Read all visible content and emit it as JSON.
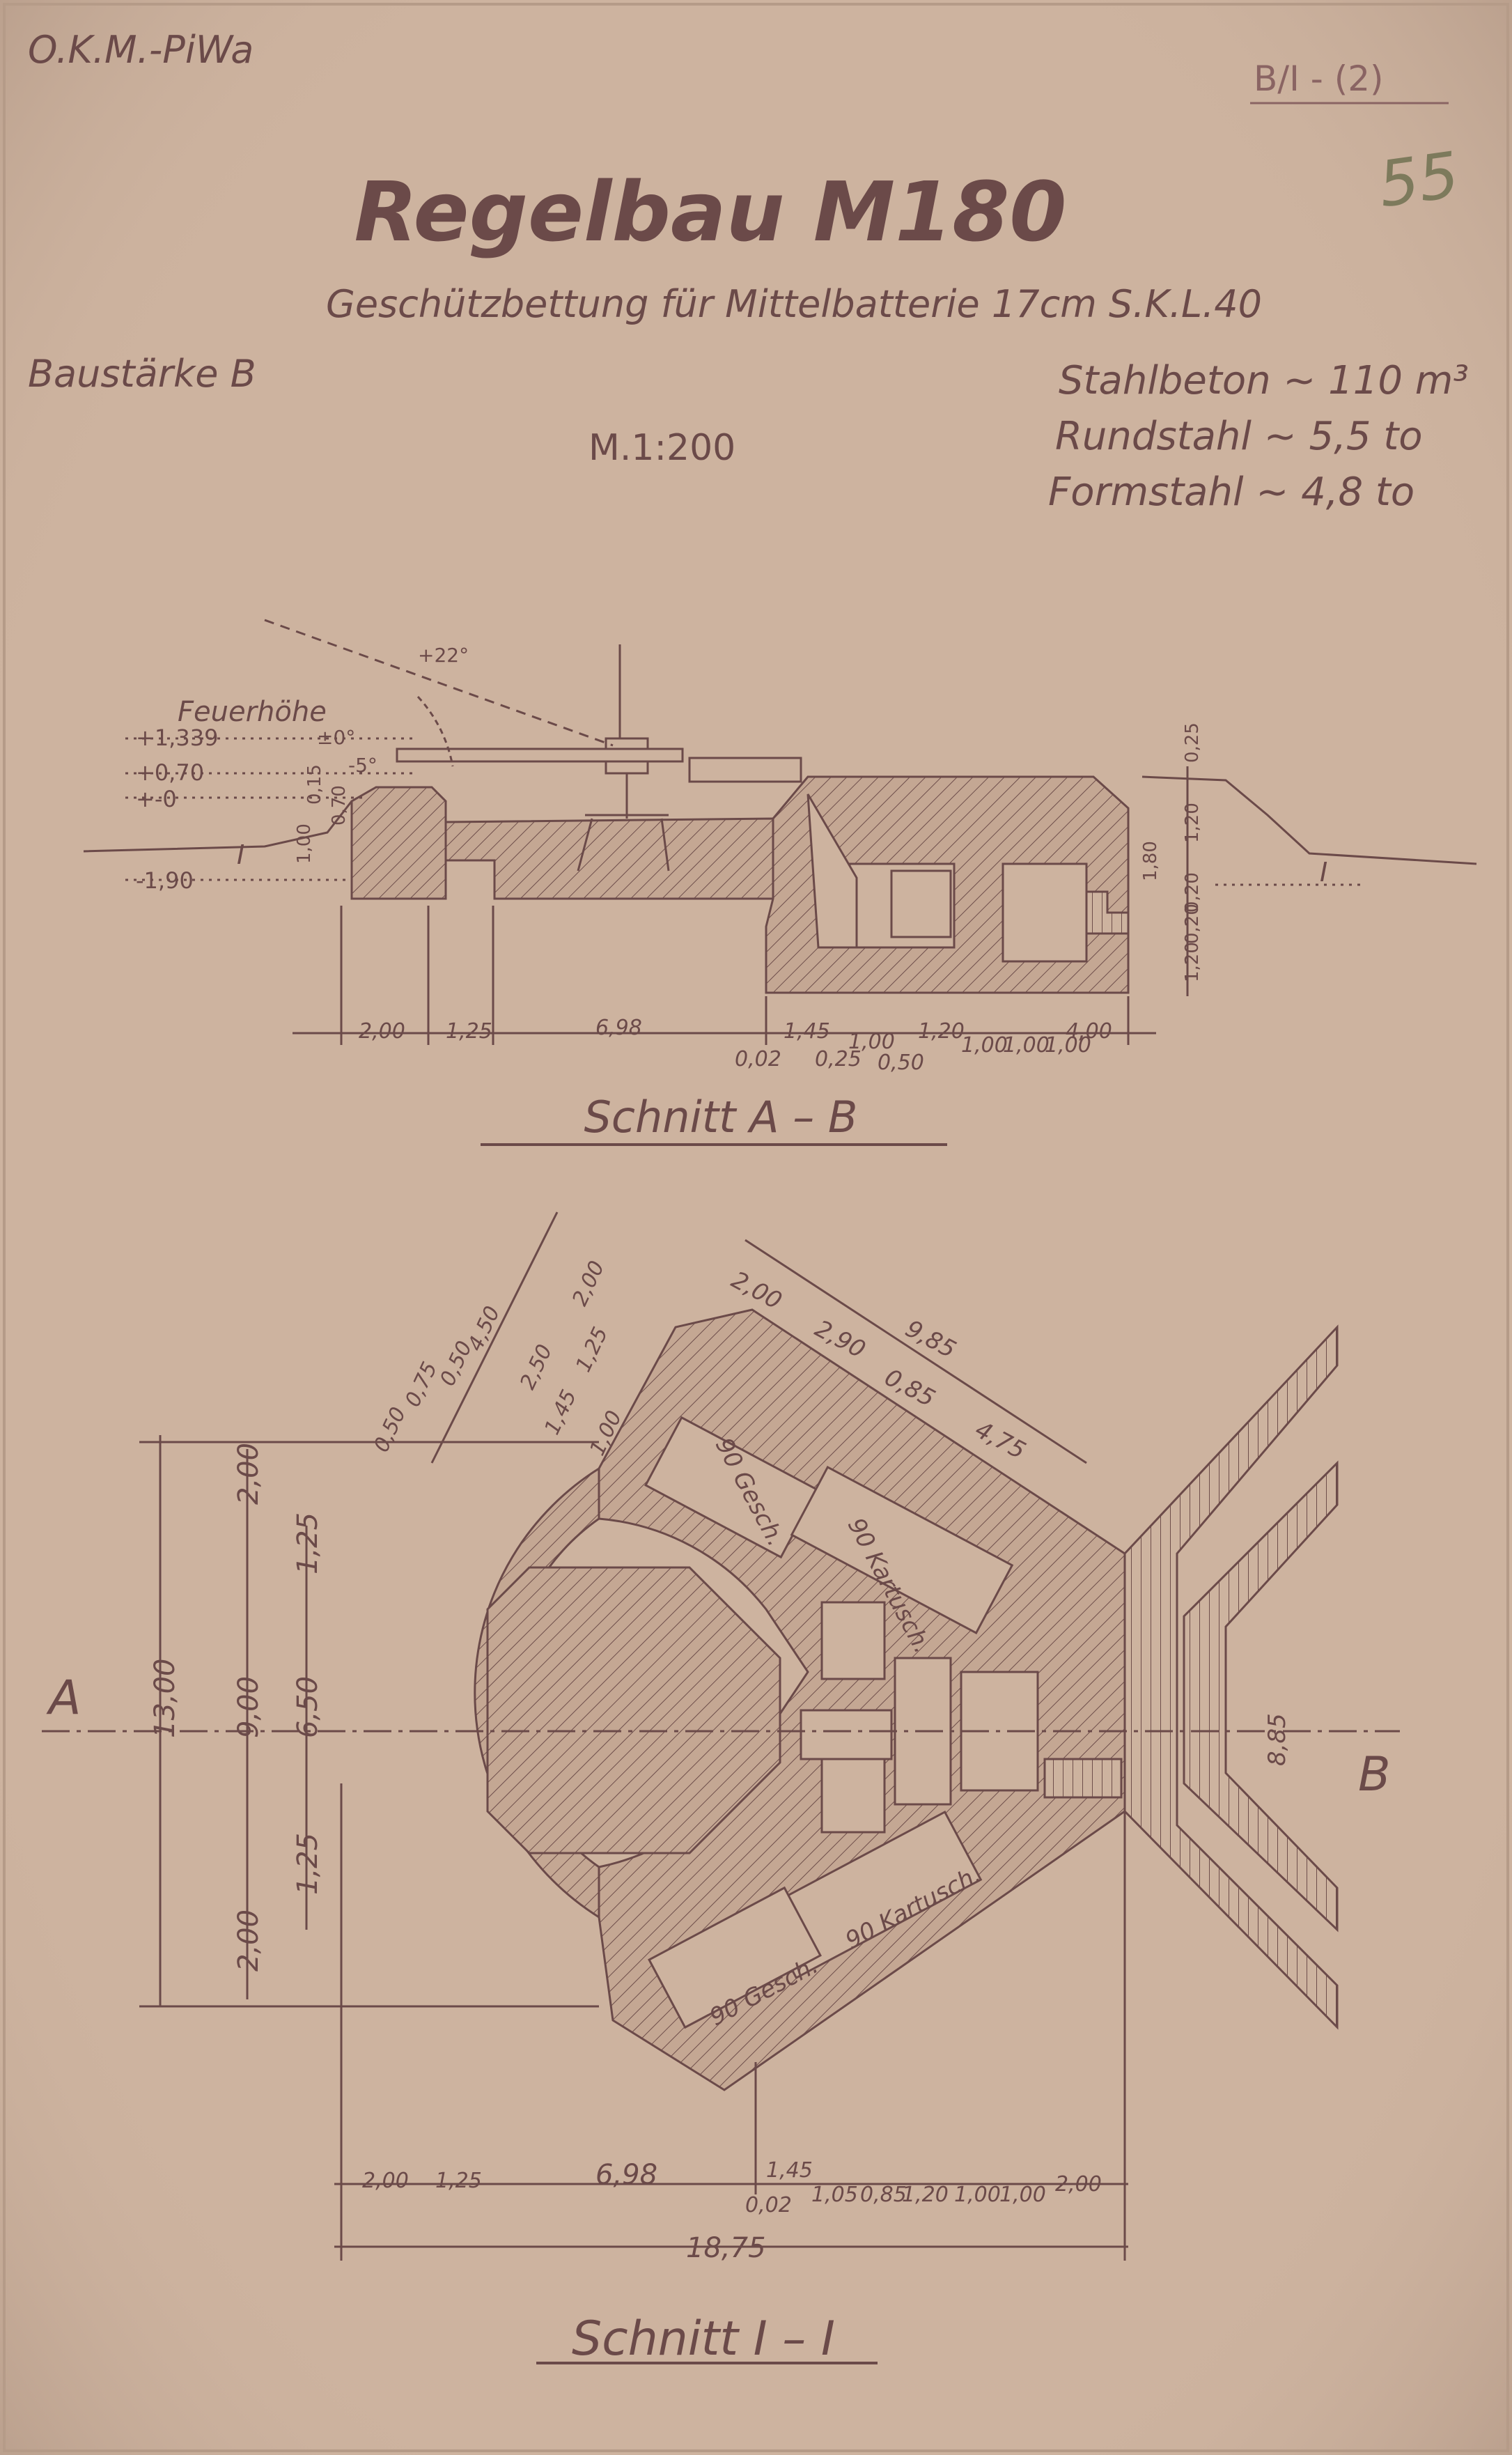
{
  "header": {
    "office": "O.K.M.-PiWa",
    "sheet_ref": "B/I - (2)",
    "page_number": "55",
    "title": "Regelbau M180",
    "subtitle": "Geschützbettung für Mittelbatterie 17cm S.K.L.40",
    "strength": "Baustärke B",
    "scale": "M.1:200",
    "quantities": [
      "Stahlbeton ~ 110 m³",
      "Rundstahl ~ 5,5 to",
      "Formstahl ~ 4,8 to"
    ]
  },
  "section_ab": {
    "caption": "Schnitt A – B",
    "fire_height_label": "Feuerhöhe",
    "elevation_labels": [
      "+1,339",
      "+0,70",
      "+-0",
      "-1,90"
    ],
    "angle_labels": [
      "+22°",
      "±0°",
      "-5°"
    ],
    "vertical_dims": [
      "0,15",
      "0,70",
      "1,00",
      "0,25",
      "1,20",
      "1,80",
      "0,20",
      "0,20",
      "1,20"
    ],
    "section_marker": "I",
    "dims_row1": [
      "2,00",
      "1,25",
      "6,98",
      "1,45",
      "1,00",
      "1,20",
      "1,00",
      "1,00",
      "1,00",
      "4,00"
    ],
    "dims_row2": [
      "0,02",
      "0,25",
      "0,50"
    ]
  },
  "section_ii": {
    "caption": "Schnitt I – I",
    "marker_a": "A",
    "marker_b": "B",
    "left_dims": [
      "13,00",
      "9,00",
      "6,50",
      "2,00",
      "1,25",
      "1,25",
      "2,00"
    ],
    "top_dims": [
      "0,50",
      "0,75",
      "0,50",
      "4,50",
      "2,50",
      "1,45",
      "1,25",
      "1,00",
      "2,00"
    ],
    "top_right_dims": [
      "2,00",
      "2,90",
      "9,85",
      "0,85",
      "4,75"
    ],
    "room_labels": [
      "90 Gesch.",
      "90 Kartusch.",
      "90 Kartusch.",
      "90 Gesch."
    ],
    "right_dim": "8,85",
    "bottom_dims": [
      "2,00",
      "1,25",
      "6,98",
      "1,45",
      "0,02",
      "1,05",
      "0,85",
      "1,20",
      "1,00",
      "1,00",
      "2,00"
    ],
    "total_dim": "18,75"
  }
}
